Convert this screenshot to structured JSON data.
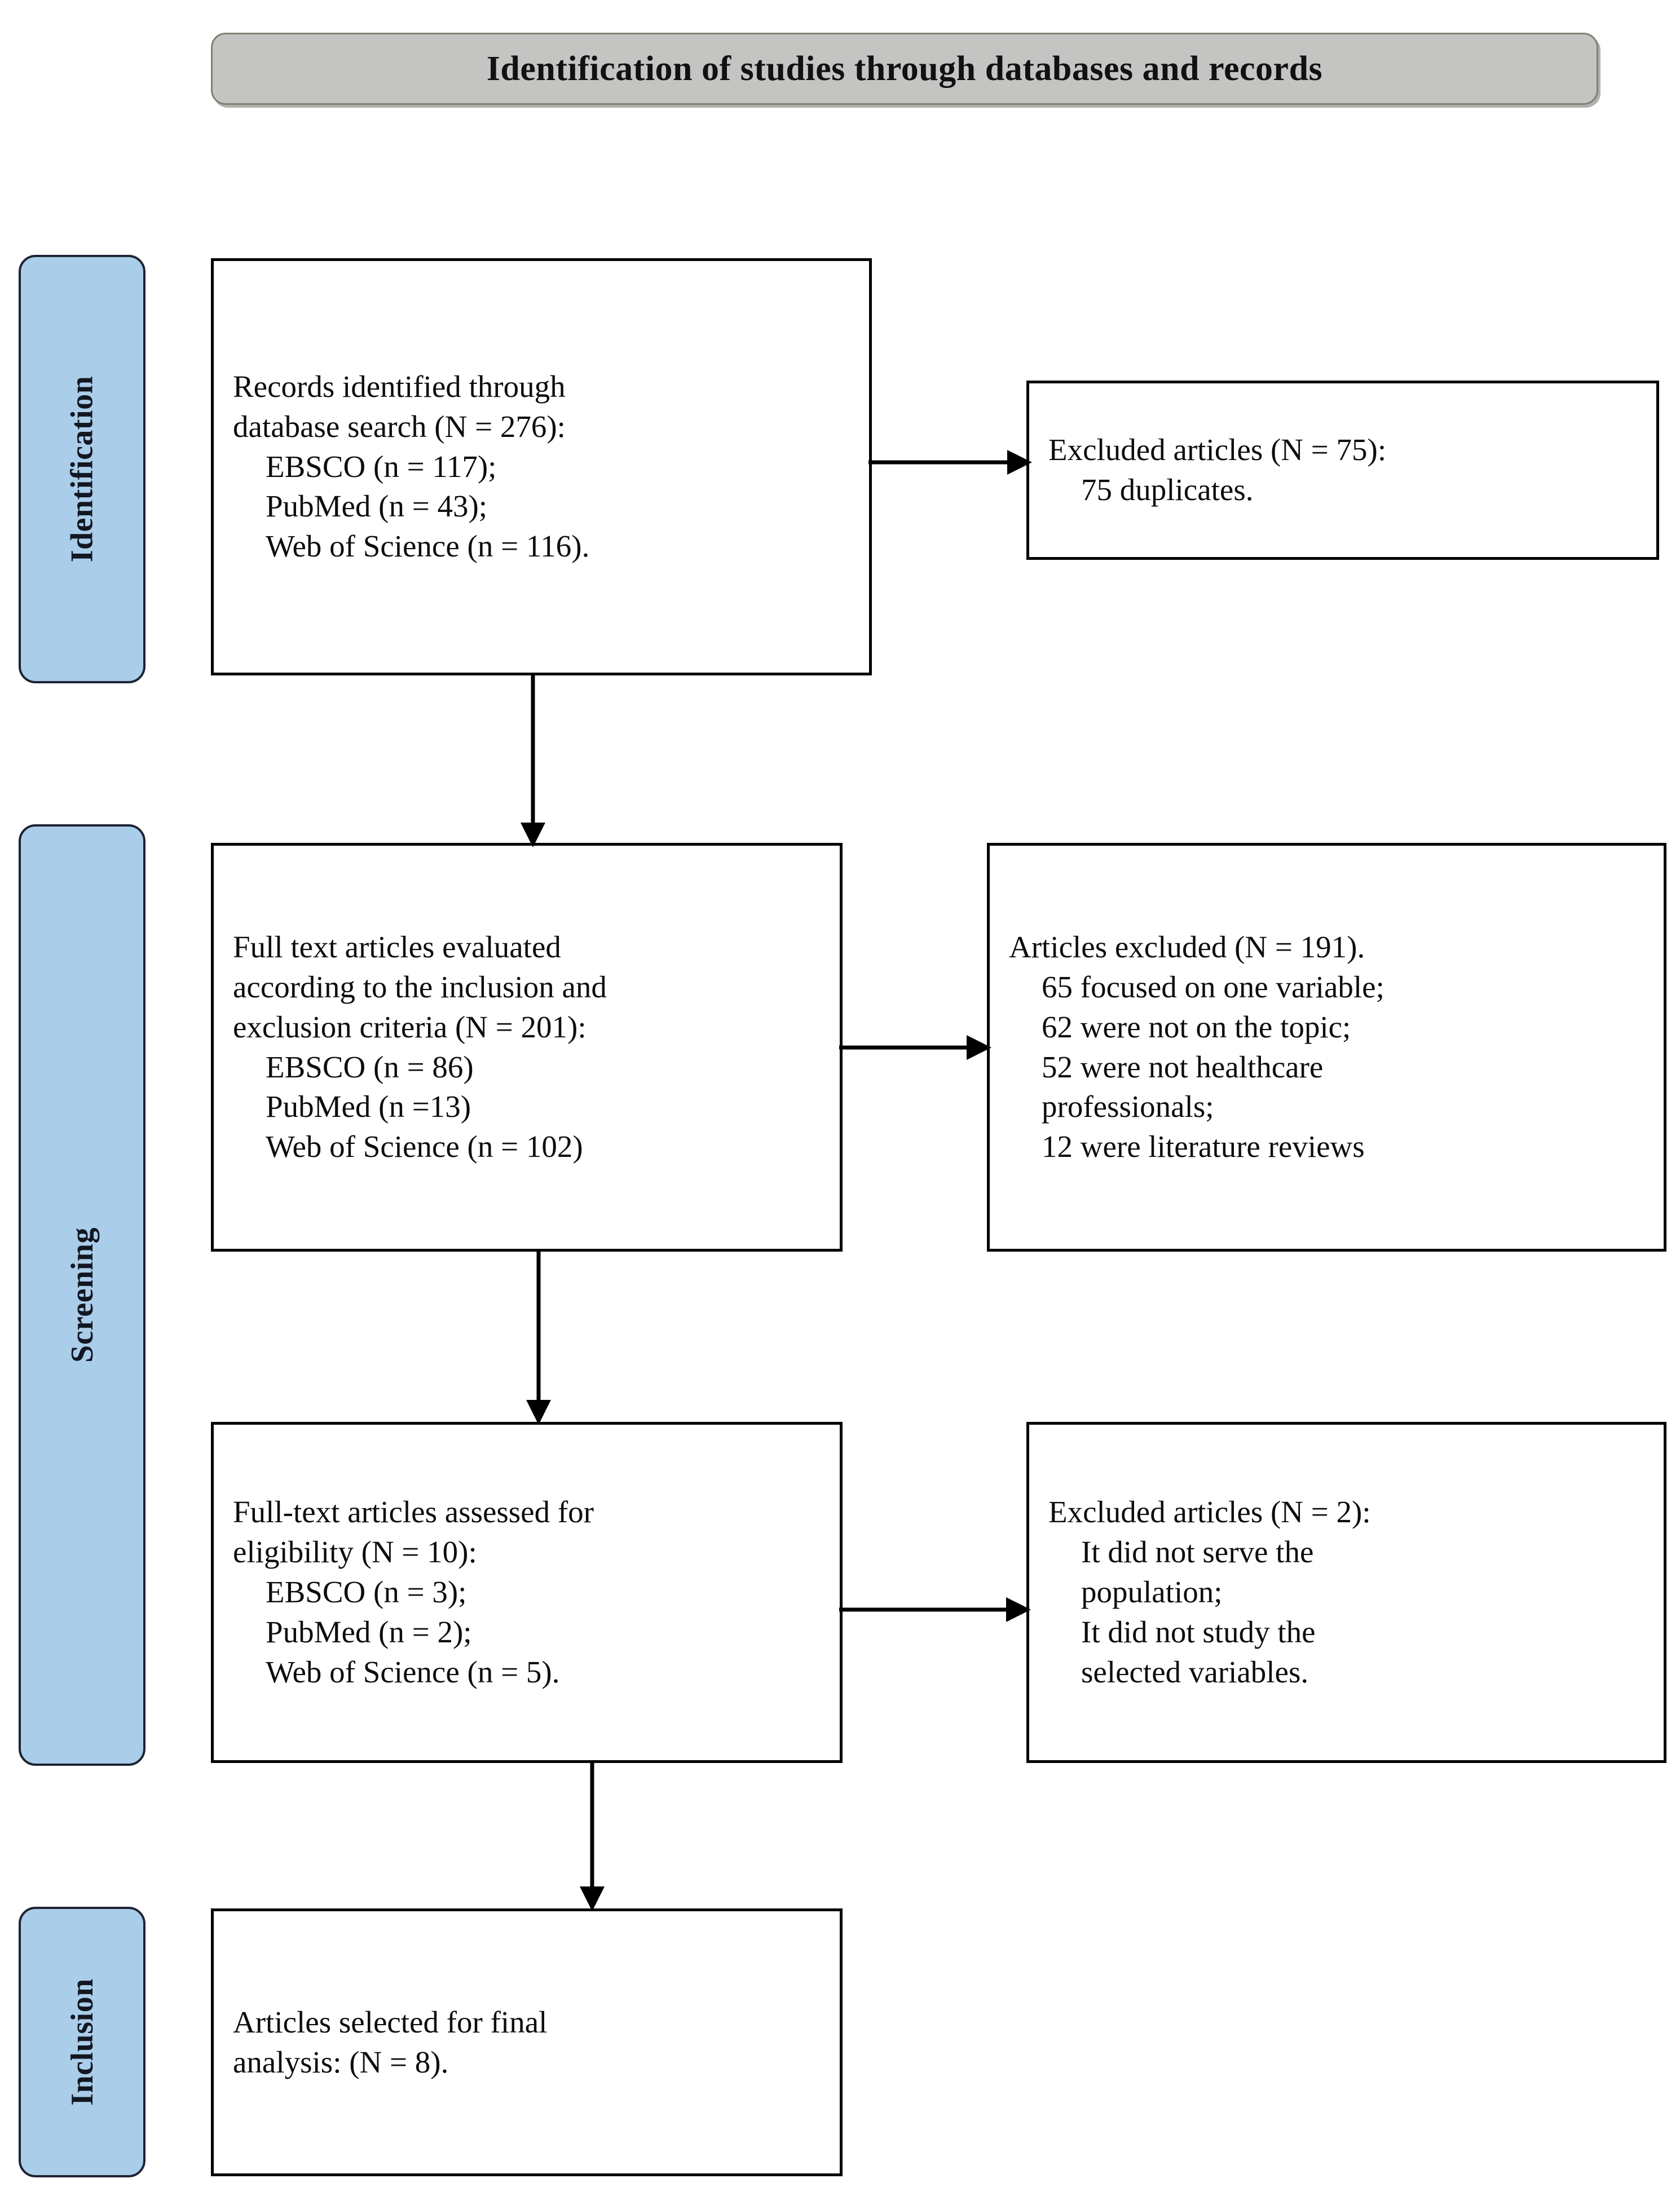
{
  "banner": {
    "title": "Identification of studies through databases and records"
  },
  "stages": [
    {
      "id": "identification",
      "label": "Identification"
    },
    {
      "id": "screening",
      "label": "Screening"
    },
    {
      "id": "inclusion",
      "label": "Inclusion"
    }
  ],
  "boxes": {
    "identified": {
      "lines": [
        "Records identified through",
        "database search (N = 276):",
        "EBSCO (n = 117);",
        "PubMed (n = 43);",
        "Web of Science (n = 116)."
      ]
    },
    "excluded_duplicates": {
      "lines": [
        "Excluded articles (N = 75):",
        "75 duplicates."
      ]
    },
    "fulltext_evaluated": {
      "lines": [
        "Full text articles evaluated",
        "according to the inclusion and",
        "exclusion criteria (N = 201):",
        "EBSCO (n = 86)",
        "PubMed (n =13)",
        "Web of Science (n = 102)"
      ]
    },
    "articles_excluded": {
      "lines": [
        "Articles excluded (N = 191).",
        "65 focused on one variable;",
        "62 were not on the topic;",
        "52 were not healthcare",
        "professionals;",
        "12 were literature reviews"
      ]
    },
    "eligibility_assessed": {
      "lines": [
        "Full-text articles assessed for",
        "eligibility (N = 10):",
        "EBSCO (n = 3);",
        "PubMed (n = 2);",
        "Web of Science (n = 5)."
      ]
    },
    "excluded_two": {
      "lines": [
        "Excluded articles (N = 2):",
        "It did not serve the",
        "population;",
        "It did not study the",
        "selected variables."
      ]
    },
    "final_selection": {
      "lines": [
        "Articles selected for final",
        "analysis: (N = 8)."
      ]
    }
  },
  "colors": {
    "banner_fill": "#c4c5c2",
    "banner_border": "#7d8273",
    "stage_fill": "#aacde9",
    "stage_border": "#1d2433",
    "box_border": "#000000",
    "connector": "#000000",
    "text": "#0d0d0d"
  }
}
